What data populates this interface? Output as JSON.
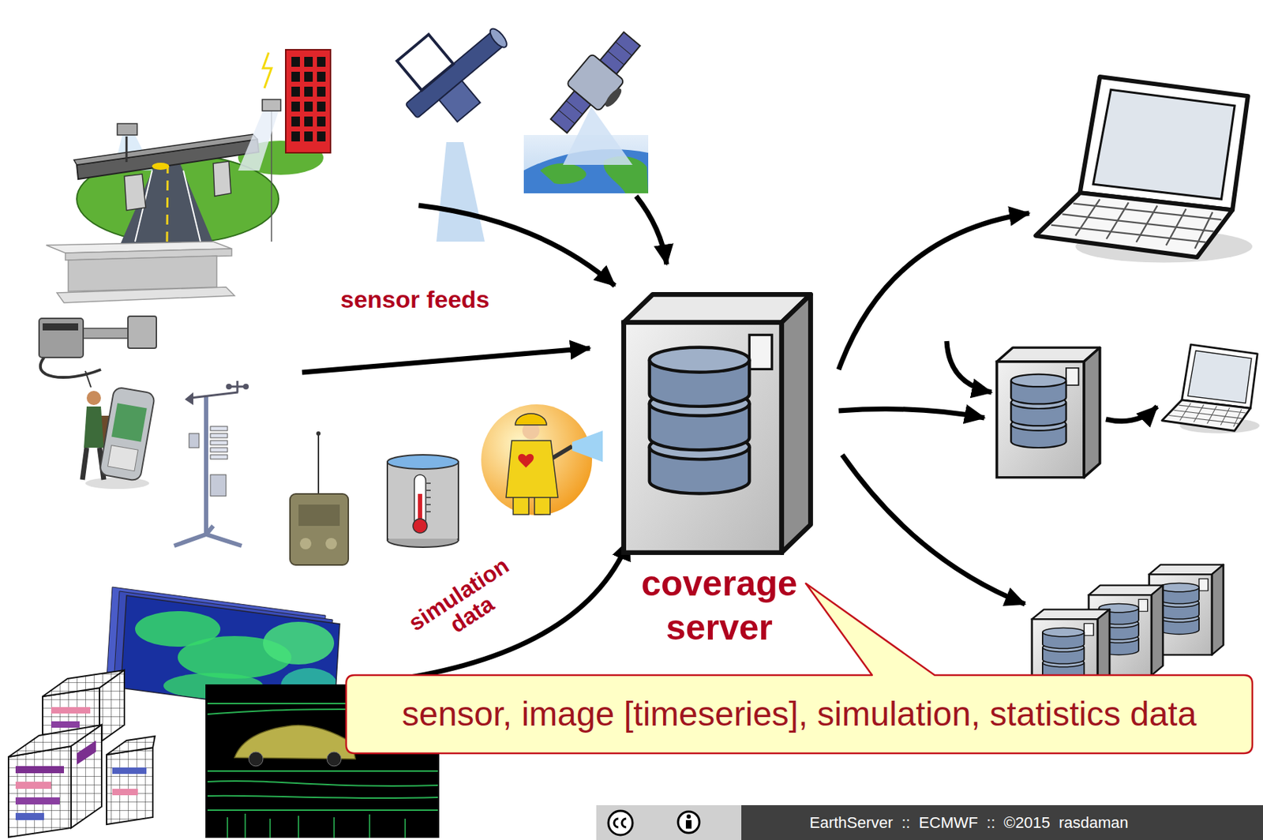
{
  "diagram": {
    "nodes": [
      {
        "text": [
          "coverage server"
        ]
      },
      {
        "text": [
          "sensor, image [timeseries], simulation, statistics data"
        ]
      }
    ],
    "labels": [
      "sensor feeds",
      "simulation data",
      "EarthServer :: ECMWF :: ©2015 rasdaman"
    ]
  }
}
